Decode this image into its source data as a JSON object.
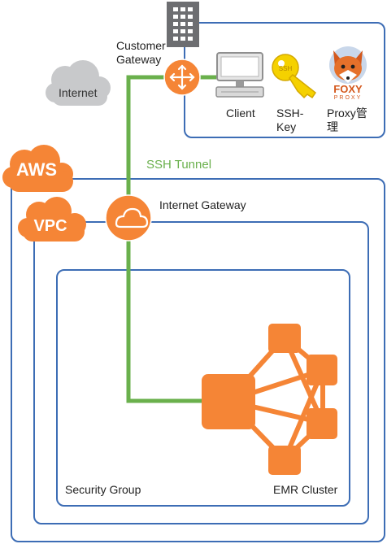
{
  "labels": {
    "customer_gateway_line1": "Customer",
    "customer_gateway_line2": "Gateway",
    "internet": "Internet",
    "client": "Client",
    "ssh_key_line1": "SSH-",
    "ssh_key_line2": "Key",
    "proxy_line1": "Proxy管",
    "proxy_line2": "理",
    "ssh_tunnel": "SSH Tunnel",
    "aws": "AWS",
    "vpc": "VPC",
    "internet_gateway": "Internet Gateway",
    "security_group": "Security Group",
    "emr_cluster": "EMR Cluster"
  },
  "logo": {
    "foxy": "FOXY",
    "proxy": "PROXY"
  },
  "key_text": "SSH",
  "colors": {
    "tunnel": "#6ab04c",
    "box_border": "#3d6db5",
    "aws_orange": "#f58536",
    "internet_cloud": "#c8c9cb",
    "server_gray": "#6d6e71",
    "key_yellow": "#f5d100"
  }
}
